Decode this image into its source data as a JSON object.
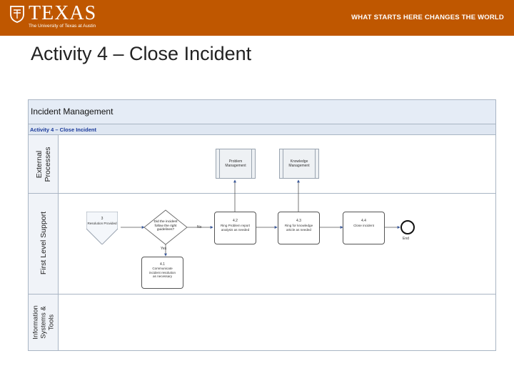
{
  "banner": {
    "logo_word": "TEXAS",
    "logo_subtitle": "The University of Texas at Austin",
    "tagline": "WHAT STARTS HERE CHANGES THE WORLD"
  },
  "slide_title": "Activity 4 – Close Incident",
  "diagram": {
    "title": "Incident Management",
    "subtitle": "Activity 4 – Close Incident",
    "lanes": [
      {
        "label": "External\nProcesses"
      },
      {
        "label": "First Level Support"
      },
      {
        "label": "Information\nSystems &\nTools"
      }
    ],
    "external_boxes": [
      {
        "label": "Problem\nManagement"
      },
      {
        "label": "Knowledge\nManagement"
      }
    ],
    "trigger": {
      "number": "3",
      "label": "Resolution Provided"
    },
    "gateway": {
      "label": "Did the incident\nfollow the right\nguidelines?"
    },
    "flow_labels": {
      "no": "No",
      "yes": "Yes"
    },
    "tasks": [
      {
        "number": "4.2",
        "label": "Ring Problem report\nanalysis as needed"
      },
      {
        "number": "4.3",
        "label": "Ring for knowledge\narticle as needed"
      },
      {
        "number": "4.4",
        "label": "Close incident"
      },
      {
        "number": "4.1",
        "label": "Communicate\nincident resolution\nas necessary"
      }
    ],
    "end_label": "End"
  },
  "colors": {
    "banner": "#bf5700",
    "header_band": "#e5ecf6",
    "subtitle_text": "#1b3a9b"
  }
}
